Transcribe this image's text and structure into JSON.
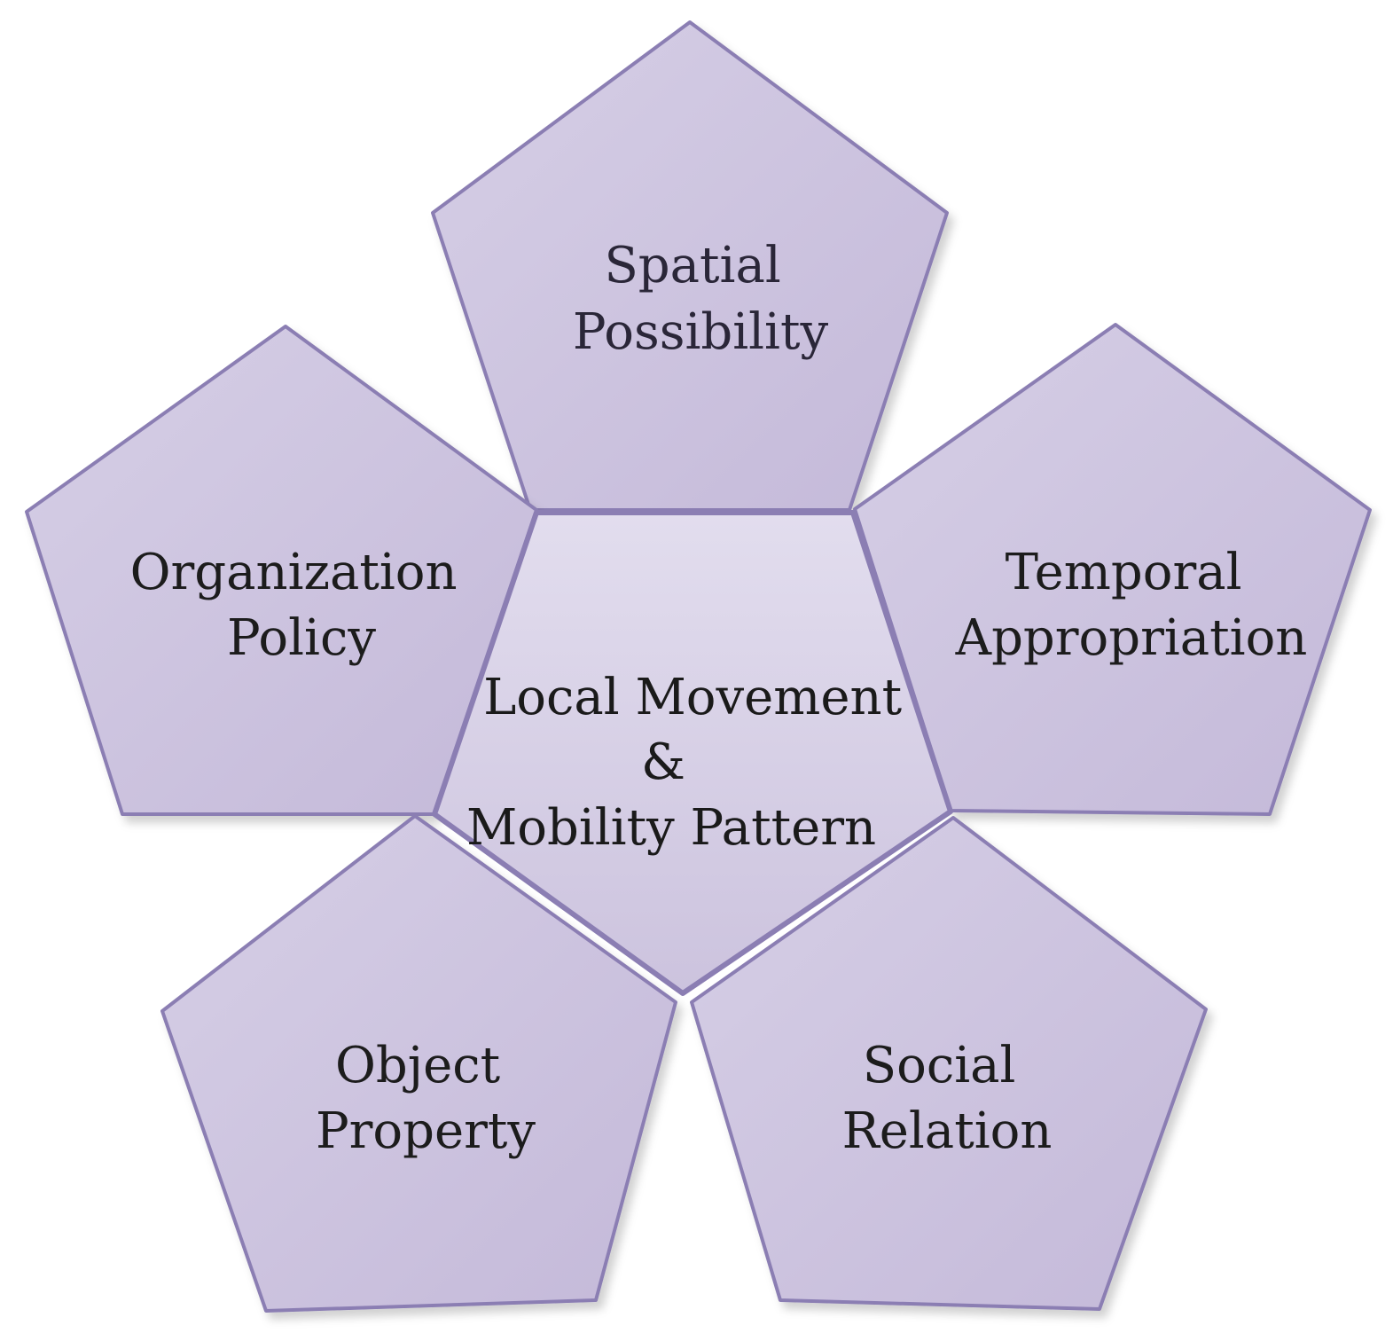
{
  "diagram": {
    "center": {
      "lines": [
        "Local Movement",
        "&",
        "Mobility Pattern"
      ]
    },
    "top": {
      "lines": [
        "Spatial",
        "Possibility"
      ]
    },
    "left": {
      "lines": [
        "Organization",
        "Policy"
      ]
    },
    "right": {
      "lines": [
        "Temporal",
        "Appropriation"
      ]
    },
    "bottom_left": {
      "lines": [
        "Object",
        "Property"
      ]
    },
    "bottom_right": {
      "lines": [
        "Social",
        "Relation"
      ]
    },
    "colors": {
      "fill_light": "#ddd7ea",
      "fill_dark": "#c3b8d8",
      "stroke": "#8b7eb3",
      "text": "#1a1a1a"
    }
  }
}
